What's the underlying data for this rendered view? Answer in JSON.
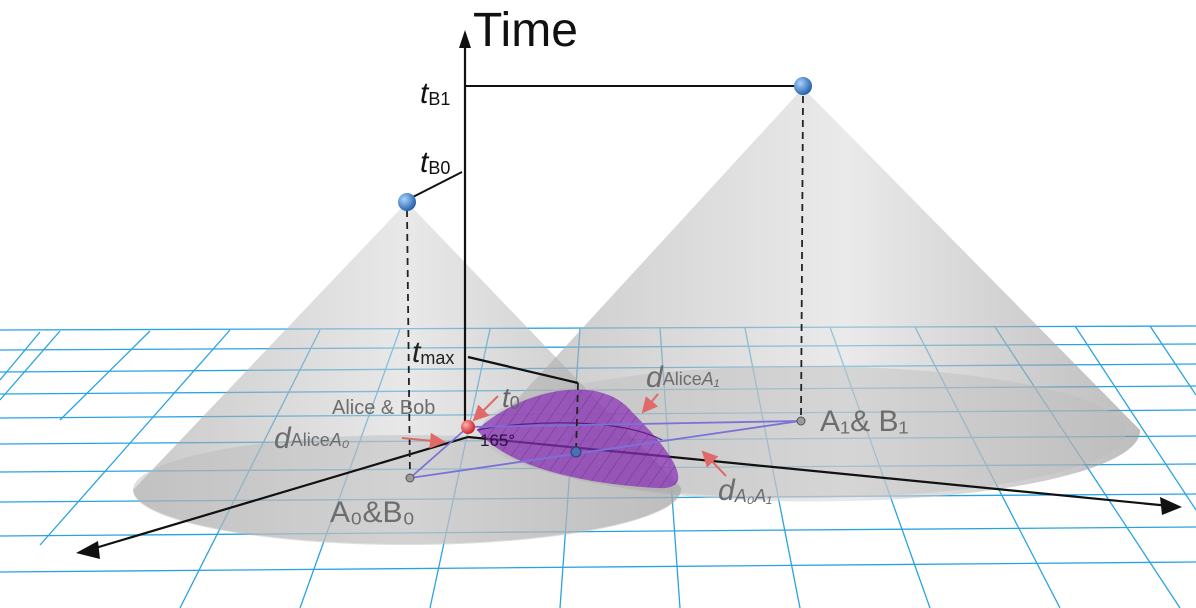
{
  "labels": {
    "time_axis": "Time",
    "tB1": {
      "main": "t",
      "sub": "B1"
    },
    "tB0": {
      "main": "t",
      "sub": "B0"
    },
    "tmax": {
      "main": "t",
      "sub": "max"
    },
    "t0": {
      "main": "t",
      "sub": "0"
    },
    "alice_bob": "Alice & Bob",
    "angle": "165°",
    "d_alice_a0": {
      "main": "d",
      "sub1": "Alice",
      "sub2": "A₀"
    },
    "d_alice_a1": {
      "main": "d",
      "sub1": "Alice",
      "sub2": "A₁"
    },
    "d_a0_a1": {
      "main": "d",
      "sub": "A₀A₁"
    },
    "a0b0": "A₀&B₀",
    "a1b1": "A₁& B₁"
  },
  "colors": {
    "grid": "#29a3e0",
    "cone": "#c4c4c4",
    "region": "#8a2fb8",
    "node": "#2f78c9",
    "alice": "#e23a3a",
    "arrow_pink": "#e06a6a",
    "triangle": "#7b72d9",
    "axis": "#111111"
  }
}
